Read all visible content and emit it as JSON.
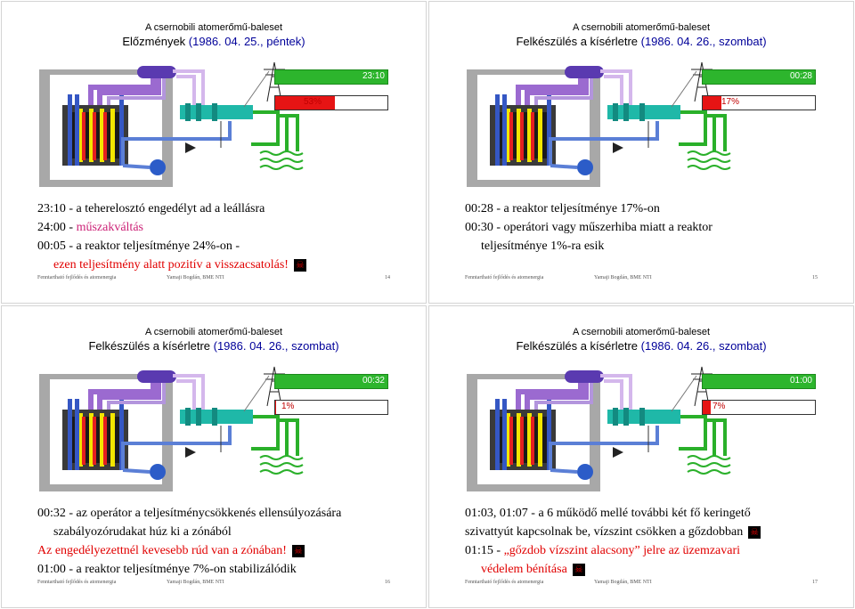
{
  "footer": {
    "left": "Fenntartható fejlődés és atomenergia",
    "middle": "Yamaji Bogdán, BME NTI"
  },
  "colors": {
    "time_bar": "#2db52d",
    "power_fill": "#e61414",
    "highlight_red": "#e10000",
    "highlight_magenta": "#cc2277",
    "title_blue": "#000099"
  },
  "slides": [
    {
      "supertitle": "A csernobili atomerőmű-baleset",
      "title_a": "Előzmények",
      "title_b": " (1986. 04. 25., péntek)",
      "time": "23:10",
      "power_label": "53%",
      "power_value": 53,
      "lines": [
        {
          "t1": "23:10 - a teherelosztó engedélyt ad a leállásra"
        },
        {
          "t1": "24:00 - ",
          "t2": "műszakváltás"
        },
        {
          "t1": "00:05 - a reaktor teljesítménye 24%-on -"
        },
        {
          "t2": "ezen teljesítmény alatt pozitív a visszacsatolás!",
          "skull": "☠"
        }
      ],
      "page_number": "14"
    },
    {
      "supertitle": "A csernobili atomerőmű-baleset",
      "title_a": "Felkészülés a kísérletre",
      "title_b": " (1986. 04. 26., szombat)",
      "time": "00:28",
      "power_label": "17%",
      "power_value": 17,
      "lines": [
        {
          "t1": "00:28 - a reaktor teljesítménye 17%-on"
        },
        {
          "t1": "00:30 - operátori vagy műszerhiba miatt a reaktor"
        },
        {
          "t1": "teljesítménye 1%-ra esik"
        }
      ],
      "page_number": "15"
    },
    {
      "supertitle": "A csernobili atomerőmű-baleset",
      "title_a": "Felkészülés a kísérletre",
      "title_b": " (1986. 04. 26., szombat)",
      "time": "00:32",
      "power_label": "1%",
      "power_value": 1,
      "lines": [
        {
          "t1": "00:32 - az operátor a teljesítménycsökkenés ellensúlyozására"
        },
        {
          "t1": "szabályozórudakat húz ki a zónából"
        },
        {
          "t2": "Az engedélyezettnél kevesebb rúd van a zónában!",
          "skull": "☠"
        },
        {
          "t1": "01:00 - a reaktor teljesítménye 7%-on stabilizálódik"
        }
      ],
      "page_number": "16"
    },
    {
      "supertitle": "A csernobili atomerőmű-baleset",
      "title_a": "Felkészülés a kísérletre",
      "title_b": " (1986. 04. 26., szombat)",
      "time": "01:00",
      "power_label": "7%",
      "power_value": 7,
      "lines": [
        {
          "t1": "01:03, 01:07 - a 6 működő mellé további két fő keringető"
        },
        {
          "t1": "szivattyút kapcsolnak be, vízszint csökken a gőzdobban",
          "skull": "☠"
        },
        {
          "t1": "01:15 - ",
          "t2": "„gőzdob vízszint alacsony” jelre az üzemzavari"
        },
        {
          "t2": "védelem bénítása",
          "skull": "☠"
        }
      ],
      "page_number": "17"
    }
  ]
}
